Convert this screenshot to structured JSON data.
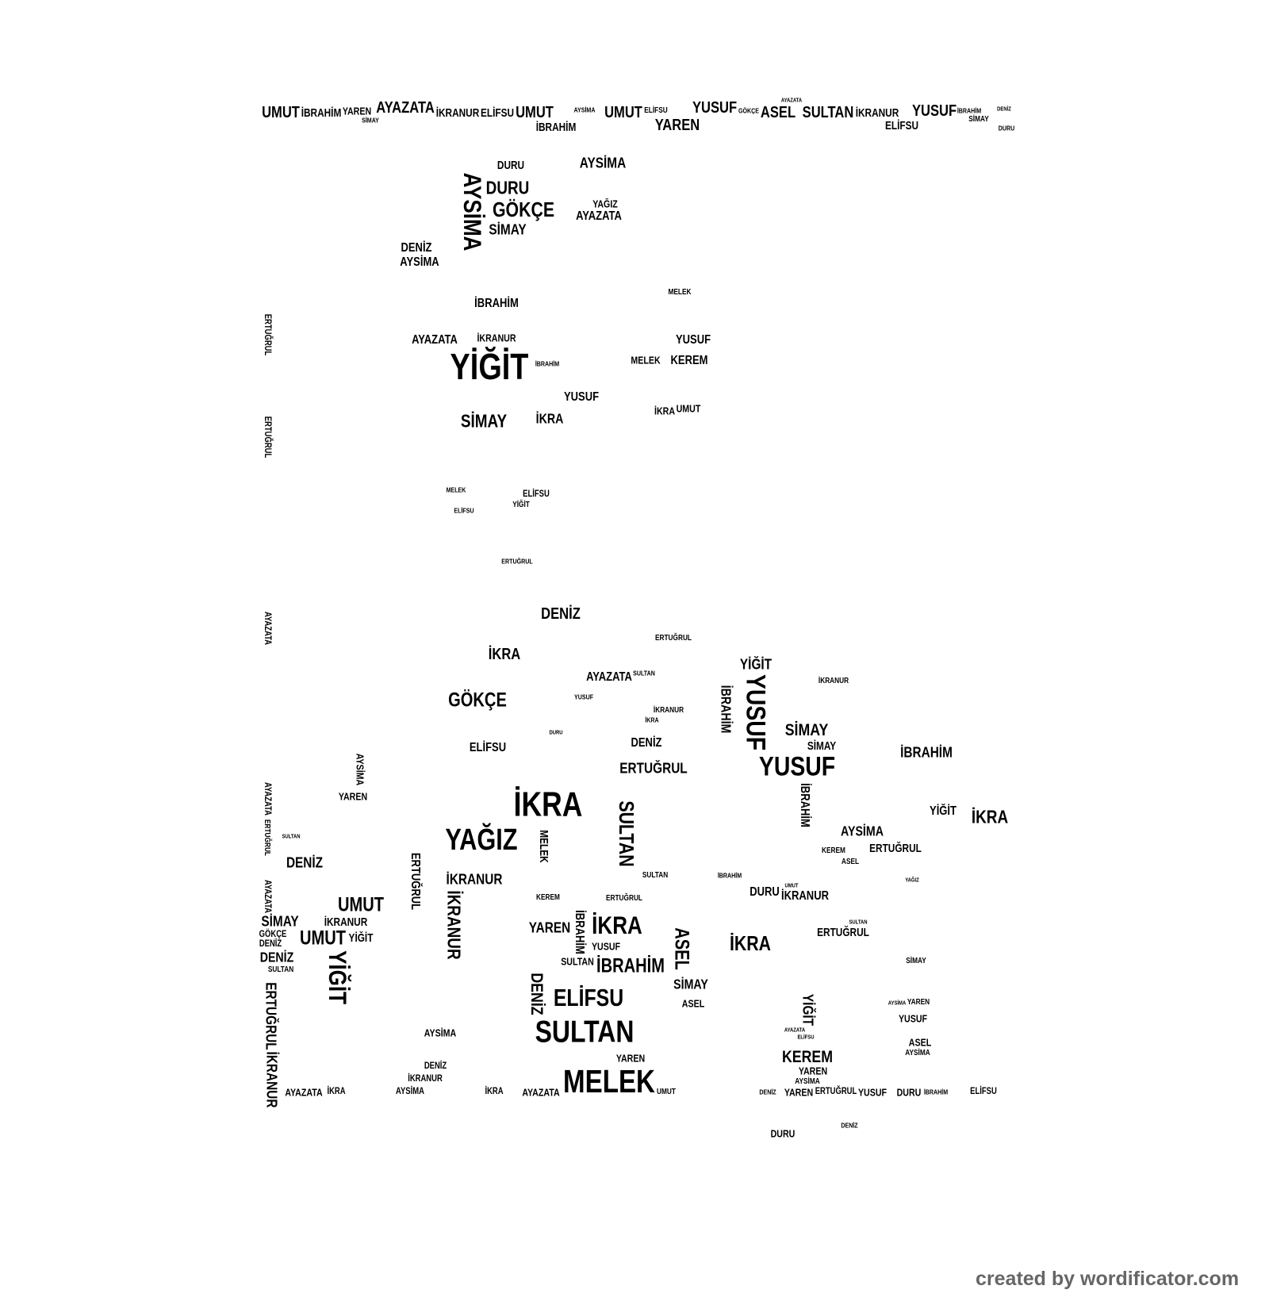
{
  "words": [
    "UMUT",
    "İBRAHİM",
    "YAREN",
    "SİMAY",
    "AYAZATA",
    "İKRANUR",
    "ELİFSU",
    "AYSİMA",
    "YUSUF",
    "GÖKÇE",
    "ASEL",
    "SULTAN",
    "DENİZ",
    "DURU",
    "YAĞIZ",
    "MELEK",
    "YİĞİT",
    "KEREM",
    "İKRA",
    "ERTUĞRUL"
  ],
  "credit": "created by wordificator.com"
}
